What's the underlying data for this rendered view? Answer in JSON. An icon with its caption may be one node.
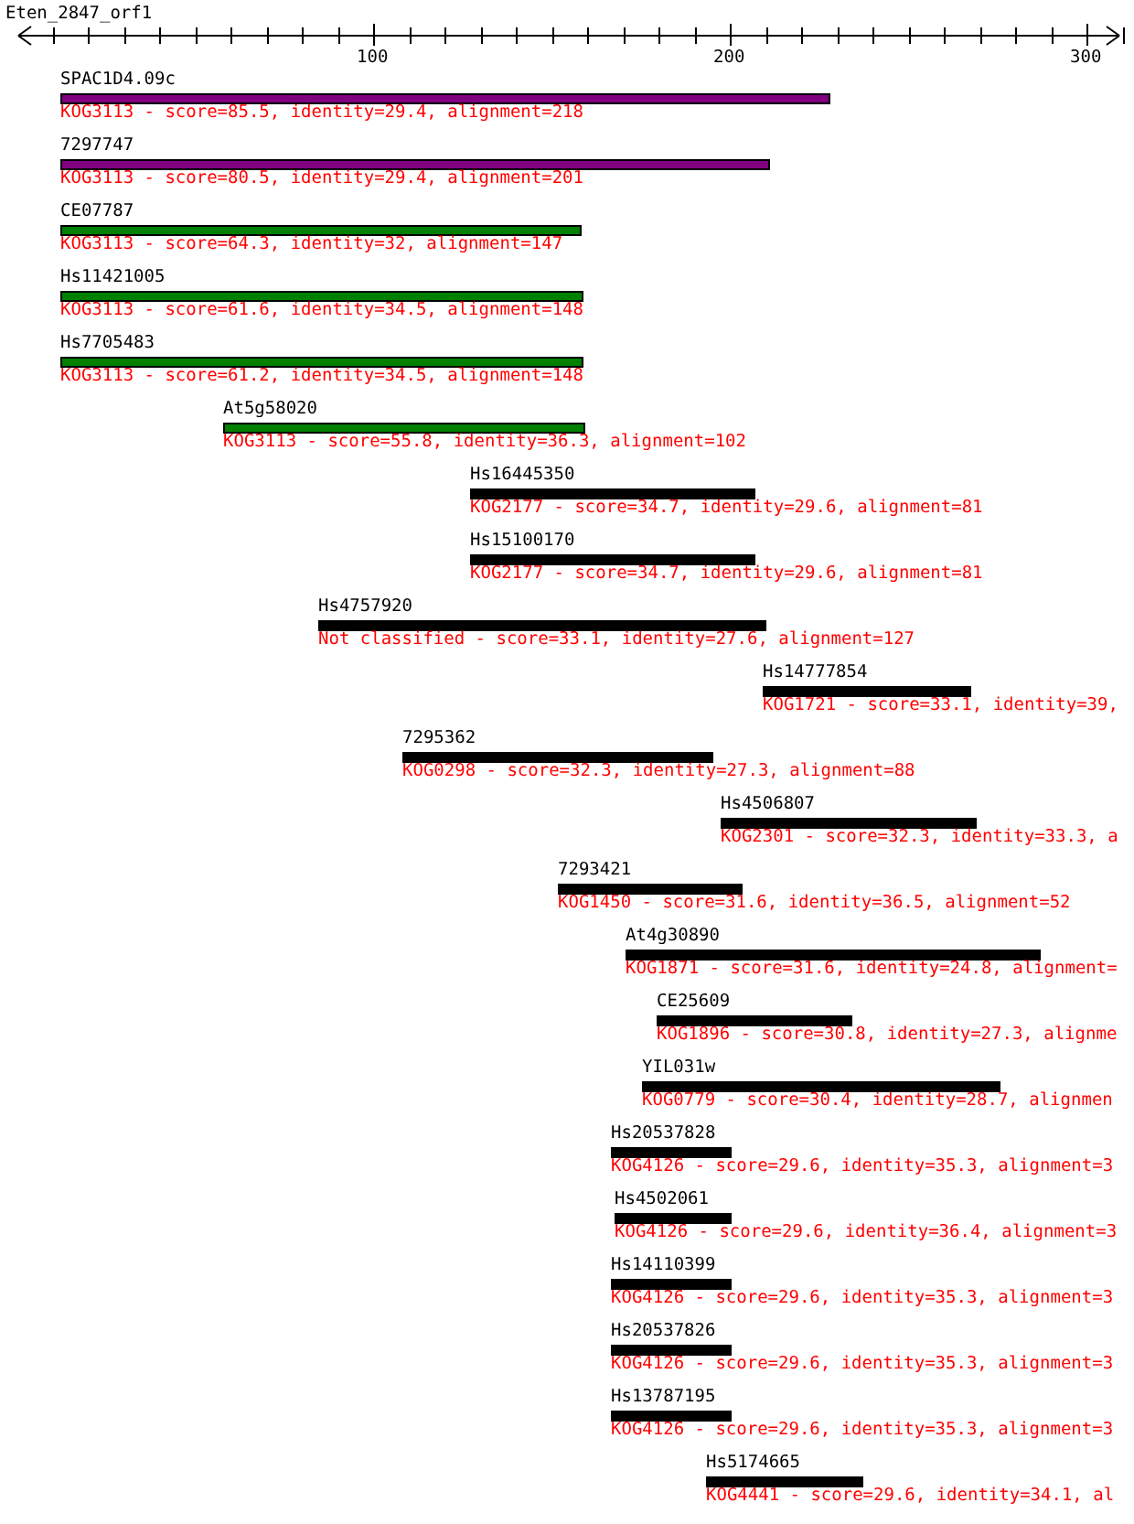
{
  "diagram": {
    "title": "Eten_2847_orf1",
    "nodes": [
      {
        "text": [
          "SPAC1D4.09c",
          "KOG3113 - score=85.5, identity=29.4, alignment=218"
        ]
      },
      {
        "text": [
          "7297747",
          "KOG3113 - score=80.5, identity=29.4, alignment=201"
        ]
      },
      {
        "text": [
          "CE07787",
          "KOG3113 - score=64.3, identity=32, alignment=147"
        ]
      },
      {
        "text": [
          "Hs11421005",
          "KOG3113 - score=61.6, identity=34.5, alignment=148"
        ]
      },
      {
        "text": [
          "Hs7705483",
          "KOG3113 - score=61.2, identity=34.5, alignment=148"
        ]
      },
      {
        "text": [
          "At5g58020",
          "KOG3113 - score=55.8, identity=36.3, alignment=102"
        ]
      },
      {
        "text": [
          "Hs16445350",
          "KOG2177 - score=34.7, identity=29.6, alignment=81"
        ]
      },
      {
        "text": [
          "Hs15100170",
          "KOG2177 - score=34.7, identity=29.6, alignment=81"
        ]
      },
      {
        "text": [
          "Hs4757920",
          "Not classified - score=33.1, identity=27.6, alignment=127"
        ]
      },
      {
        "text": [
          "Hs14777854",
          "KOG1721 - score=33.1, identity=39,"
        ]
      },
      {
        "text": [
          "7295362",
          "KOG0298 - score=32.3, identity=27.3, alignment=88"
        ]
      },
      {
        "text": [
          "Hs4506807",
          "KOG2301 - score=32.3, identity=33.3, a"
        ]
      },
      {
        "text": [
          "7293421",
          "KOG1450 - score=31.6, identity=36.5, alignment=52"
        ]
      },
      {
        "text": [
          "At4g30890",
          "KOG1871 - score=31.6, identity=24.8, alignment="
        ]
      },
      {
        "text": [
          "CE25609",
          "KOG1896 - score=30.8, identity=27.3, alignme"
        ]
      },
      {
        "text": [
          "YIL031w",
          "KOG0779 - score=30.4, identity=28.7, alignmen"
        ]
      },
      {
        "text": [
          "Hs20537828",
          "KOG4126 - score=29.6, identity=35.3, alignment=3"
        ]
      },
      {
        "text": [
          "Hs4502061",
          "KOG4126 - score=29.6, identity=36.4, alignment=3"
        ]
      },
      {
        "text": [
          "Hs14110399",
          "KOG4126 - score=29.6, identity=35.3, alignment=3"
        ]
      },
      {
        "text": [
          "Hs20537826",
          "KOG4126 - score=29.6, identity=35.3, alignment=3"
        ]
      },
      {
        "text": [
          "Hs13787195",
          "KOG4126 - score=29.6, identity=35.3, alignment=3"
        ]
      },
      {
        "text": [
          "Hs5174665",
          "KOG4441 - score=29.6, identity=34.1, al"
        ]
      }
    ],
    "edges": [],
    "labels": [
      "100",
      "200",
      "300"
    ]
  }
}
